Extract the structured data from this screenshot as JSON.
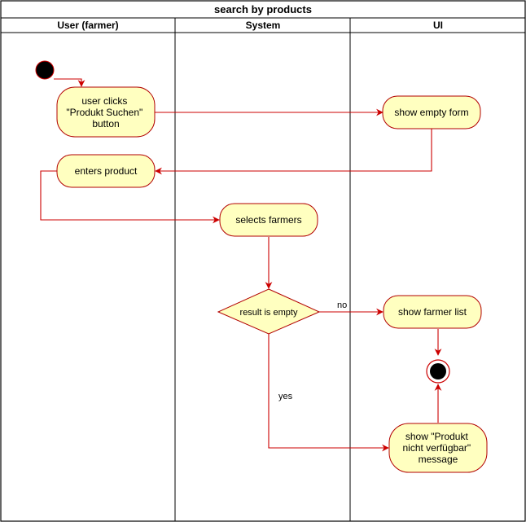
{
  "diagram": {
    "title": "search by products",
    "lanes": [
      "User (farmer)",
      "System",
      "UI"
    ],
    "nodes": {
      "user_clicks": [
        "user clicks",
        "\"Produkt Suchen\"",
        "button"
      ],
      "show_empty_form": "show empty form",
      "enters_product": "enters product",
      "selects_farmers": "selects farmers",
      "decision": "result is empty",
      "show_farmer_list": "show farmer list",
      "show_not_available": [
        "show \"Produkt",
        "nicht verfügbar\"",
        "message"
      ]
    },
    "guards": {
      "no": "no",
      "yes": "yes"
    }
  },
  "colors": {
    "node_fill": "#ffffc0",
    "node_stroke": "#b20000",
    "edge": "#cc0000",
    "border": "#000000"
  }
}
